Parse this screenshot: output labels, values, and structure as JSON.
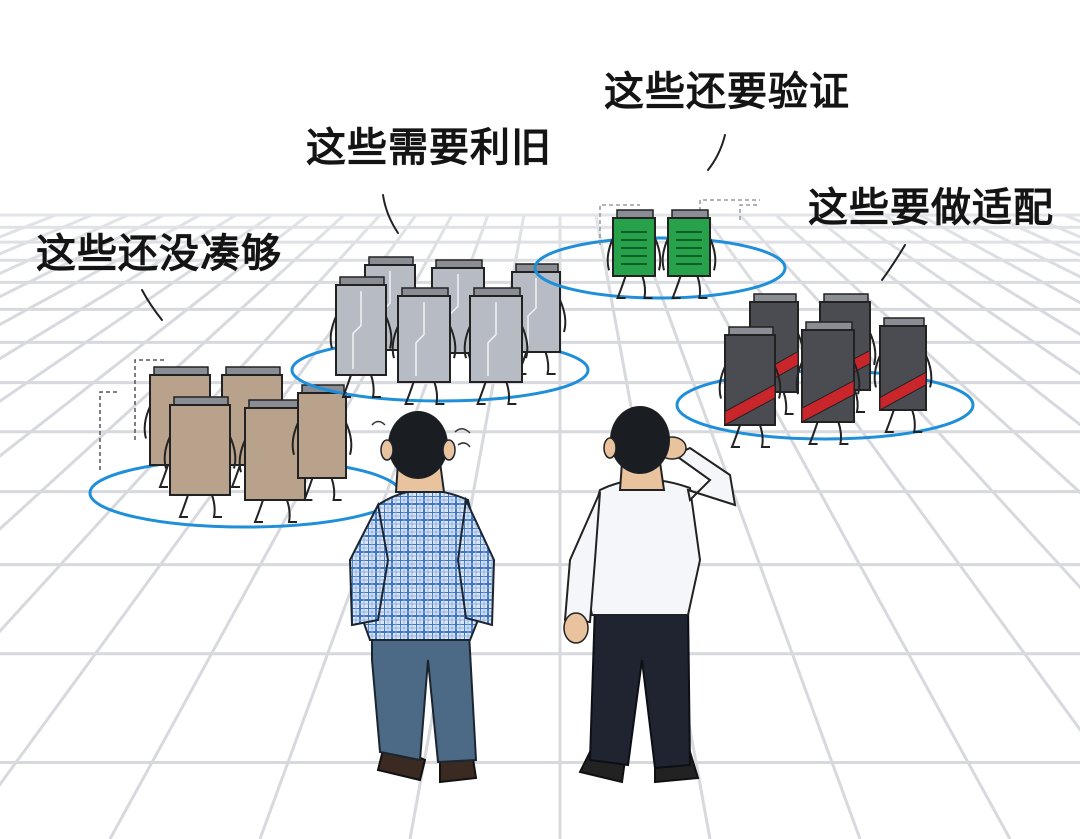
{
  "captions": {
    "not_enough": "这些还没凑够",
    "reuse": "这些需要利旧",
    "verify": "这些还要验证",
    "adapt": "这些要做适配"
  },
  "colors": {
    "ring": "#1e8fd8",
    "card_brown": "#b9a28c",
    "card_silver": "#b7bcc4",
    "card_green": "#27a24a",
    "card_dark": "#4a4c52",
    "card_red_stripe": "#c8262b",
    "shirt_check": "#d9e6f6",
    "shirt_white": "#f4f6f9",
    "pants_blue": "#4c6a86",
    "pants_dark": "#1f2430",
    "hair": "#1a1d22"
  }
}
